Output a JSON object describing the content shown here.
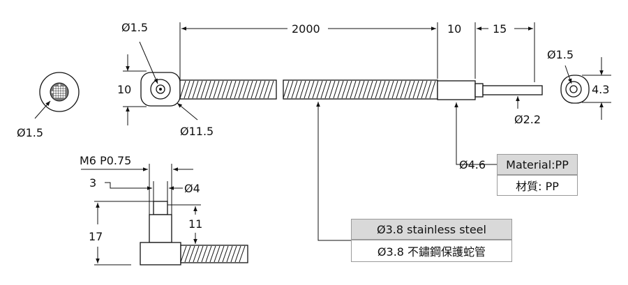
{
  "dimensions": {
    "left_end_diameter": "Ø1.5",
    "top_hole_diameter": "Ø1.5",
    "head_height": "10",
    "head_diameter": "Ø11.5",
    "length_total": "2000",
    "length_sleeve": "10",
    "length_tip": "15",
    "right_end_hole_diameter": "Ø1.5",
    "right_end_height": "4.3",
    "tip_diameter": "Ø2.2",
    "sleeve_diameter": "Ø4.6",
    "thread": "M6 P0.75",
    "thread_length": "3",
    "thread_diameter": "Ø4",
    "base_height": "17",
    "shank_height": "11"
  },
  "labels": {
    "sleeve_material_en": "Material:PP",
    "sleeve_material_zh": "材質: PP",
    "tube_en": "Ø3.8 stainless steel",
    "tube_zh": "Ø3.8 不鏽鋼保護蛇管"
  },
  "colors": {
    "label_fill": "#d9d9d9",
    "line": "#111111"
  }
}
